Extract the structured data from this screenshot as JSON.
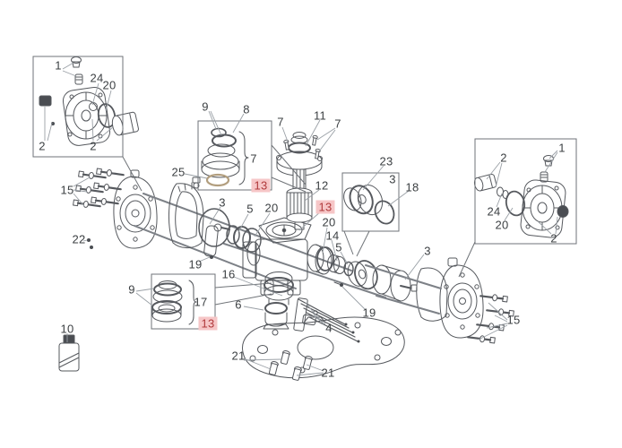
{
  "colors": {
    "background": "#ffffff",
    "label_text": "#3c4043",
    "highlight_text": "#b03a3c",
    "highlight_background": "#f6c6c7",
    "drawing_line": "#56595e",
    "leader_line": "#9aa0a6"
  },
  "labels": [
    {
      "text": "1",
      "highlighted": false
    },
    {
      "text": "24",
      "highlighted": false
    },
    {
      "text": "20",
      "highlighted": false
    },
    {
      "text": "2",
      "highlighted": false
    },
    {
      "text": "2",
      "highlighted": false
    },
    {
      "text": "15",
      "highlighted": false
    },
    {
      "text": "22",
      "highlighted": false
    },
    {
      "text": "25",
      "highlighted": false
    },
    {
      "text": "9",
      "highlighted": false
    },
    {
      "text": "8",
      "highlighted": false
    },
    {
      "text": "7",
      "highlighted": false
    },
    {
      "text": "13",
      "highlighted": true
    },
    {
      "text": "7",
      "highlighted": false
    },
    {
      "text": "11",
      "highlighted": false
    },
    {
      "text": "7",
      "highlighted": false
    },
    {
      "text": "12",
      "highlighted": false
    },
    {
      "text": "13",
      "highlighted": true
    },
    {
      "text": "3",
      "highlighted": false
    },
    {
      "text": "5",
      "highlighted": false
    },
    {
      "text": "20",
      "highlighted": false
    },
    {
      "text": "20",
      "highlighted": false
    },
    {
      "text": "14",
      "highlighted": false
    },
    {
      "text": "5",
      "highlighted": false
    },
    {
      "text": "23",
      "highlighted": false
    },
    {
      "text": "3",
      "highlighted": false
    },
    {
      "text": "18",
      "highlighted": false
    },
    {
      "text": "2",
      "highlighted": false
    },
    {
      "text": "1",
      "highlighted": false
    },
    {
      "text": "24",
      "highlighted": false
    },
    {
      "text": "20",
      "highlighted": false
    },
    {
      "text": "2",
      "highlighted": false
    },
    {
      "text": "3",
      "highlighted": false
    },
    {
      "text": "15",
      "highlighted": false
    },
    {
      "text": "19",
      "highlighted": false
    },
    {
      "text": "16",
      "highlighted": false
    },
    {
      "text": "9",
      "highlighted": false
    },
    {
      "text": "17",
      "highlighted": false
    },
    {
      "text": "13",
      "highlighted": true
    },
    {
      "text": "6",
      "highlighted": false
    },
    {
      "text": "4",
      "highlighted": false
    },
    {
      "text": "19",
      "highlighted": false
    },
    {
      "text": "21",
      "highlighted": false
    },
    {
      "text": "21",
      "highlighted": false
    },
    {
      "text": "10",
      "highlighted": false
    }
  ]
}
